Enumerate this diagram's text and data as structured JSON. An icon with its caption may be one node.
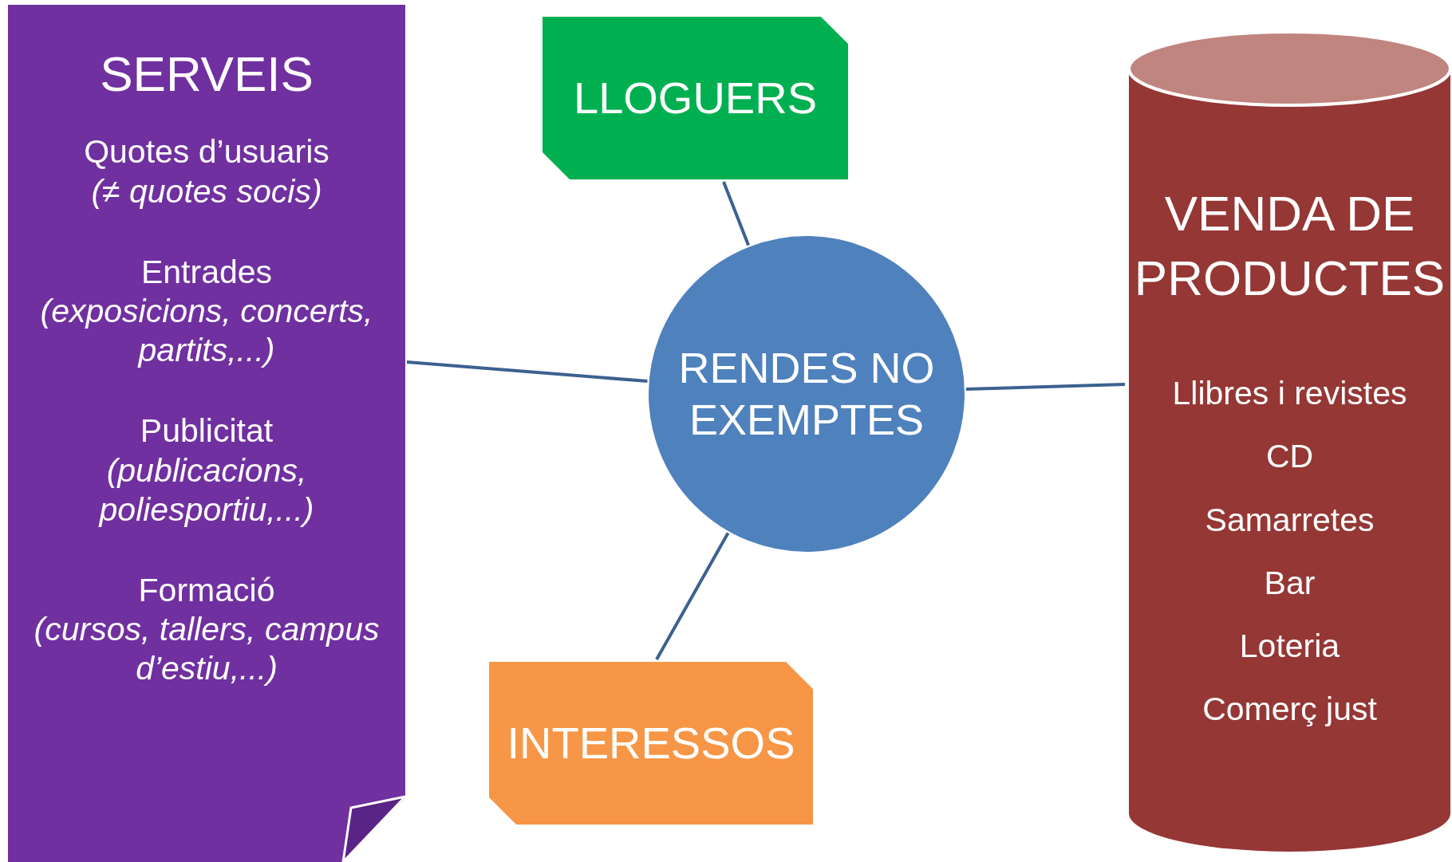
{
  "diagram": {
    "nodes": [
      {
        "text": [
          "SERVEIS",
          "Quotes d’usuaris *(≠ quotes socis)*",
          "Entrades *(exposicions, concerts, partits,...)*",
          "Publicitat *(publicacions, poliesportiu,...)*",
          "Formació *(cursos, tallers, campus d’estiu,...)*"
        ]
      },
      {
        "text": [
          "LLOGUERS"
        ]
      },
      {
        "text": [
          "RENDES NO EXEMPTES"
        ]
      },
      {
        "text": [
          "VENDA DE PRODUCTES",
          "Llibres i revistes",
          "CD",
          "Samarretes",
          "Bar",
          "Loteria",
          "Comerç just"
        ]
      },
      {
        "text": [
          "INTERESSOS"
        ]
      }
    ],
    "edges": [
      {
        "from": 2,
        "to": 1,
        "arrow": "none"
      },
      {
        "from": 2,
        "to": 0,
        "arrow": "none"
      },
      {
        "from": 2,
        "to": 3,
        "arrow": "none"
      },
      {
        "from": 2,
        "to": 4,
        "arrow": "none"
      }
    ]
  }
}
